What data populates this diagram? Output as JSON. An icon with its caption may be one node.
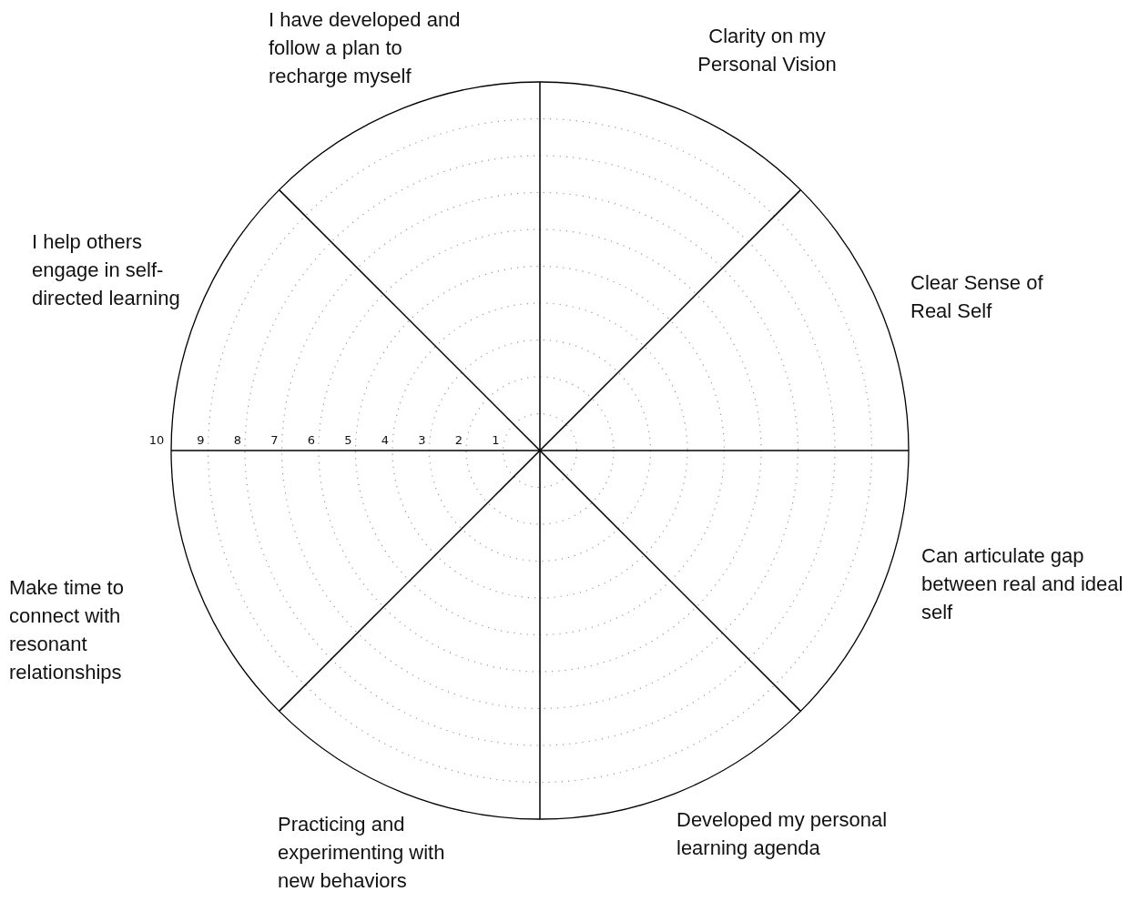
{
  "diagram": {
    "labels": [
      "I have developed and follow a plan to recharge myself",
      "Clarity on my Personal Vision",
      "I help others engage in self-directed learning",
      "Clear Sense of Real Self",
      "10",
      "9",
      "8",
      "7",
      "6",
      "5",
      "4",
      "3",
      "2",
      "1",
      "Can articulate gap between real and ideal self",
      "Make time to connect with resonant relationships",
      "Developed my personal learning agenda",
      "Practicing and experimenting with new behaviors"
    ]
  }
}
